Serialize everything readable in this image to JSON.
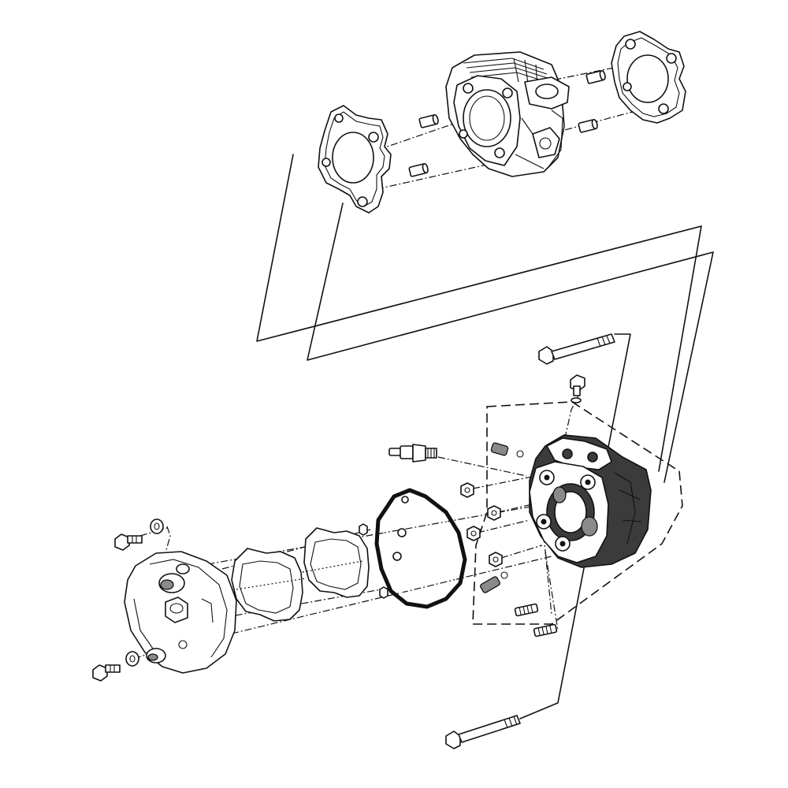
{
  "diagram": {
    "parts": [
      "exhaust-gasket-right",
      "cylinder",
      "exhaust-gasket-left",
      "dowel-pins",
      "long-stud-bolt-top",
      "banjo-bolt",
      "spark-plug",
      "cylinder-head",
      "head-nuts",
      "valve-cover-gasket",
      "head-plate-gaskets",
      "cylinder-head-cover",
      "cover-bolts",
      "stud-bolts-short",
      "long-stud-bolt-bottom"
    ],
    "colors": {
      "line": "#111111",
      "shade_dark": "#3b3b3b",
      "shade_mid": "#8a8a8a",
      "background": "#ffffff"
    }
  }
}
